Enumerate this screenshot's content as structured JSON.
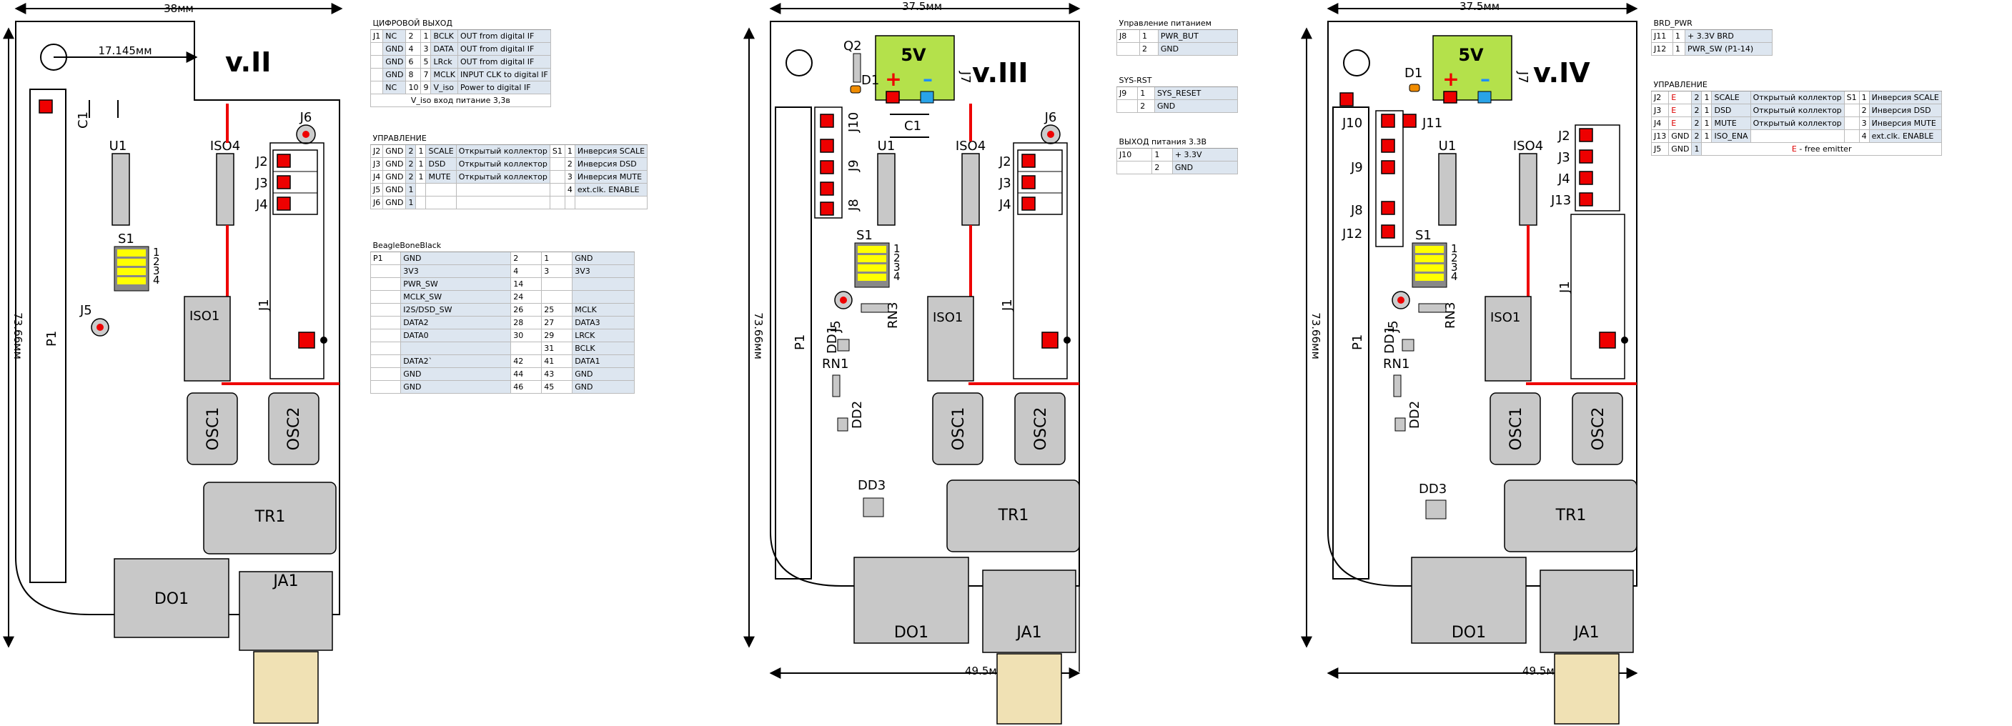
{
  "v2": {
    "title": "v.II",
    "dims": {
      "width": "38мм",
      "height": "73.66мм",
      "hole": "17.145мм"
    },
    "labels": {
      "c1": "C1",
      "u1": "U1",
      "iso4": "ISO4",
      "j6": "J6",
      "j2": "J2",
      "j3": "J3",
      "j4": "J4",
      "s1": "S1",
      "j5": "J5",
      "iso1": "ISO1",
      "j1": "J1",
      "p1": "P1",
      "osc1": "OSC1",
      "osc2": "OSC2",
      "tr1": "TR1",
      "do1": "DO1",
      "ja1": "JA1"
    },
    "switch_numbers": [
      "1",
      "2",
      "3",
      "4"
    ]
  },
  "v3": {
    "title": "v.III",
    "dims": {
      "width": "37.5мм",
      "height": "73.66мм",
      "bottom": "49.5мм"
    },
    "labels": {
      "q2": "Q2",
      "d1": "D1",
      "j10": "J10",
      "j9": "J9",
      "j8": "J8",
      "c1": "C1",
      "u1": "U1",
      "iso4": "ISO4",
      "j6": "J6",
      "j2": "J2",
      "j3": "J3",
      "j4": "J4",
      "j7": "J7",
      "s1": "S1",
      "j5": "J5",
      "rn3": "RN3",
      "iso1": "ISO1",
      "j1": "J1",
      "p1": "P1",
      "dd1": "DD1",
      "rn1": "RN1",
      "dd2": "DD2",
      "osc1": "OSC1",
      "osc2": "OSC2",
      "dd3": "DD3",
      "tr1": "TR1",
      "do1": "DO1",
      "ja1": "JA1"
    },
    "power": {
      "label": "5V",
      "plus": "+",
      "minus": "–"
    },
    "switch_numbers": [
      "1",
      "2",
      "3",
      "4"
    ]
  },
  "v4": {
    "title": "v.IV",
    "dims": {
      "width": "37.5мм",
      "height": "73.66мм",
      "bottom": "49.5мм"
    },
    "labels": {
      "d1": "D1",
      "j10": "J10",
      "j11": "J11",
      "j9": "J9",
      "j8": "J8",
      "j12": "J12",
      "u1": "U1",
      "iso4": "ISO4",
      "j2": "J2",
      "j3": "J3",
      "j4": "J4",
      "j13": "J13",
      "j7": "J7",
      "s1": "S1",
      "j5": "J5",
      "rn3": "RN3",
      "iso1": "ISO1",
      "j1": "J1",
      "p1": "P1",
      "dd1": "DD1",
      "rn1": "RN1",
      "dd2": "DD2",
      "osc1": "OSC1",
      "osc2": "OSC2",
      "dd3": "DD3",
      "tr1": "TR1",
      "do1": "DO1",
      "ja1": "JA1"
    },
    "power": {
      "label": "5V",
      "plus": "+",
      "minus": "–"
    },
    "switch_numbers": [
      "1",
      "2",
      "3",
      "4"
    ]
  },
  "tables": {
    "digital_out": {
      "title": "ЦИФРОВОЙ ВЫХОД",
      "rows": [
        [
          "J1",
          "NC",
          "2",
          "1",
          "BCLK",
          "OUT from digital IF"
        ],
        [
          "",
          "GND",
          "4",
          "3",
          "DATA",
          "OUT from digital IF"
        ],
        [
          "",
          "GND",
          "6",
          "5",
          "LRck",
          "OUT from digital IF"
        ],
        [
          "",
          "GND",
          "8",
          "7",
          "MCLK",
          "INPUT CLK to digital IF"
        ],
        [
          "",
          "NC",
          "10",
          "9",
          "V_iso",
          "Power to digital IF"
        ]
      ],
      "note": "V_iso вход питание 3,3в"
    },
    "control_v2": {
      "title": "УПРАВЛЕНИЕ",
      "rows": [
        [
          "J2",
          "GND",
          "2",
          "1",
          "SCALE",
          "Открытый коллектор",
          "S1",
          "1",
          "Инверсия SCALE"
        ],
        [
          "J3",
          "GND",
          "2",
          "1",
          "DSD",
          "Открытый коллектор",
          "",
          "2",
          "Инверсия DSD"
        ],
        [
          "J4",
          "GND",
          "2",
          "1",
          "MUTE",
          "Открытый коллектор",
          "",
          "3",
          "Инверсия MUTE"
        ],
        [
          "J5",
          "GND",
          "1",
          "",
          "",
          "",
          "",
          "4",
          "ext.clk. ENABLE"
        ],
        [
          "J6",
          "GND",
          "1",
          "",
          "",
          "",
          "",
          "",
          ""
        ]
      ]
    },
    "bbb": {
      "title": "BeagleBoneBlack",
      "rows": [
        [
          "P1",
          "GND",
          "2",
          "1",
          "GND"
        ],
        [
          "",
          "3V3",
          "4",
          "3",
          "3V3"
        ],
        [
          "",
          "PWR_SW",
          "14",
          "",
          ""
        ],
        [
          "",
          "MCLK_SW",
          "24",
          "",
          ""
        ],
        [
          "",
          "I2S/DSD_SW",
          "26",
          "25",
          "MCLK"
        ],
        [
          "",
          "DATA2",
          "28",
          "27",
          "DATA3"
        ],
        [
          "",
          "DATA0",
          "30",
          "29",
          "LRCK"
        ],
        [
          "",
          "",
          "",
          "31",
          "BCLK"
        ],
        [
          "",
          "DATA2`",
          "42",
          "41",
          "DATA1"
        ],
        [
          "",
          "GND",
          "44",
          "43",
          "GND"
        ],
        [
          "",
          "GND",
          "46",
          "45",
          "GND"
        ]
      ]
    },
    "power_mgmt": {
      "title": "Управление питанием",
      "rows": [
        [
          "J8",
          "1",
          "PWR_BUT"
        ],
        [
          "",
          "2",
          "GND"
        ]
      ]
    },
    "sys_rst": {
      "title": "SYS-RST",
      "rows": [
        [
          "J9",
          "1",
          "SYS_RESET"
        ],
        [
          "",
          "2",
          "GND"
        ]
      ]
    },
    "out33": {
      "title": "ВЫХОД питания 3.3В",
      "rows": [
        [
          "J10",
          "1",
          "+ 3.3V"
        ],
        [
          "",
          "2",
          "GND"
        ]
      ]
    },
    "brd_pwr": {
      "title": "BRD_PWR",
      "rows": [
        [
          "J11",
          "1",
          "+ 3.3V BRD"
        ],
        [
          "J12",
          "1",
          "PWR_SW (P1-14)"
        ]
      ]
    },
    "control_v4": {
      "title": "УПРАВЛЕНИЕ",
      "rows": [
        [
          "J2",
          "E",
          "2",
          "1",
          "SCALE",
          "Открытый коллектор",
          "S1",
          "1",
          "Инверсия SCALE"
        ],
        [
          "J3",
          "E",
          "2",
          "1",
          "DSD",
          "Открытый коллектор",
          "",
          "2",
          "Инверсия DSD"
        ],
        [
          "J4",
          "E",
          "2",
          "1",
          "MUTE",
          "Открытый коллектор",
          "",
          "3",
          "Инверсия MUTE"
        ],
        [
          "J13",
          "GND",
          "2",
          "1",
          "ISO_ENA",
          "",
          "",
          "4",
          "ext.clk. ENABLE"
        ],
        [
          "J5",
          "GND",
          "1",
          "",
          "",
          "",
          "",
          "",
          ""
        ]
      ],
      "note_e": "E",
      "note_text": " - free emitter"
    }
  }
}
